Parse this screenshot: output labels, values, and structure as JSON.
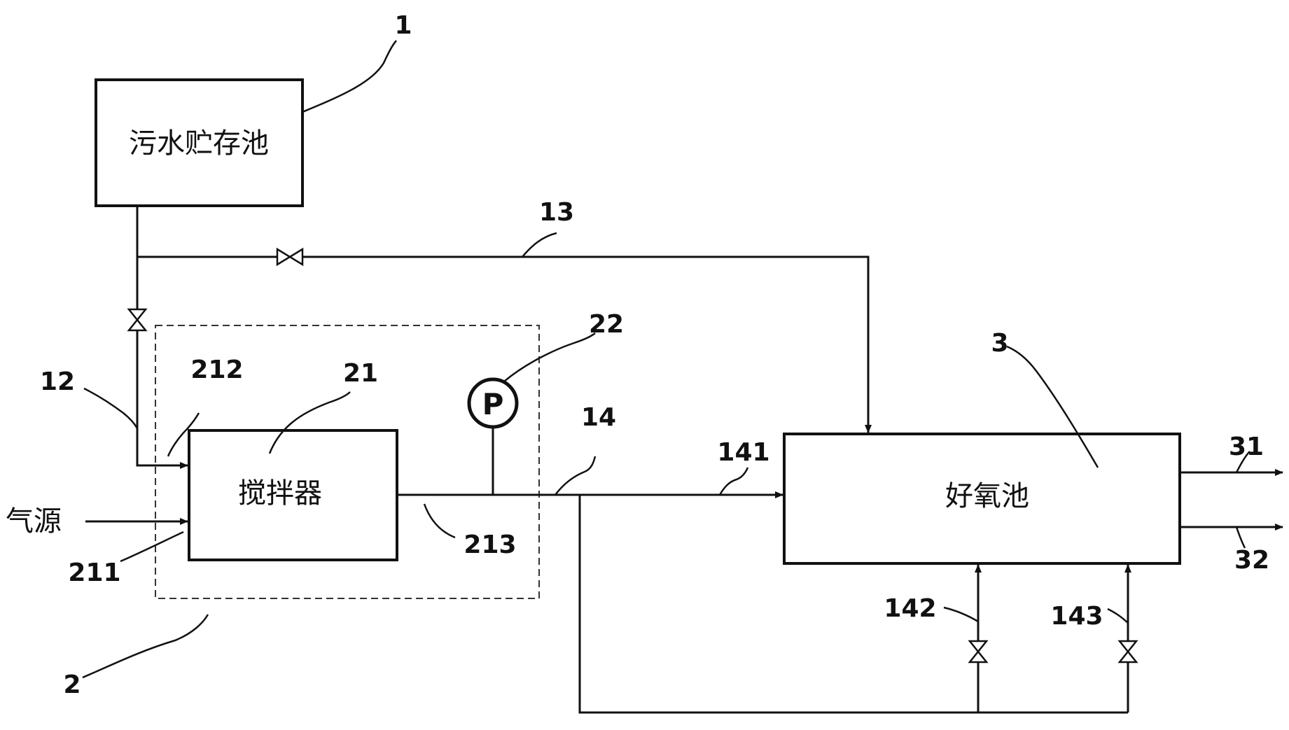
{
  "boxes": {
    "storage_tank": "污水贮存池",
    "mixer": "搅拌器",
    "aerobic_tank": "好氧池"
  },
  "inputs": {
    "gas_source": "气源"
  },
  "gauge": {
    "symbol": "P"
  },
  "labels": {
    "n1": "1",
    "n2": "2",
    "n3": "3",
    "n12": "12",
    "n13": "13",
    "n14": "14",
    "n21": "21",
    "n22": "22",
    "n31": "31",
    "n32": "32",
    "n141": "141",
    "n142": "142",
    "n143": "143",
    "n211": "211",
    "n212": "212",
    "n213": "213"
  }
}
